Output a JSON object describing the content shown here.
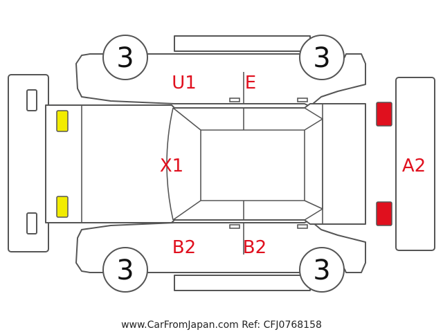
{
  "tires": {
    "front_left": "3",
    "front_right": "3",
    "rear_left": "3",
    "rear_right": "3"
  },
  "damage_labels": {
    "roof_front": "X1",
    "left_front_door": "U1",
    "left_rear_door": "E",
    "right_front_door": "B2",
    "right_rear_door": "B2",
    "rear_bumper": "A2"
  },
  "footer": "www.CarFromJapan.com Ref: CFJ0768158",
  "colors": {
    "damage_text": "#e0101e",
    "front_lamp": "#f2ec00",
    "rear_lamp": "#e0101e",
    "outline": "#555555"
  }
}
